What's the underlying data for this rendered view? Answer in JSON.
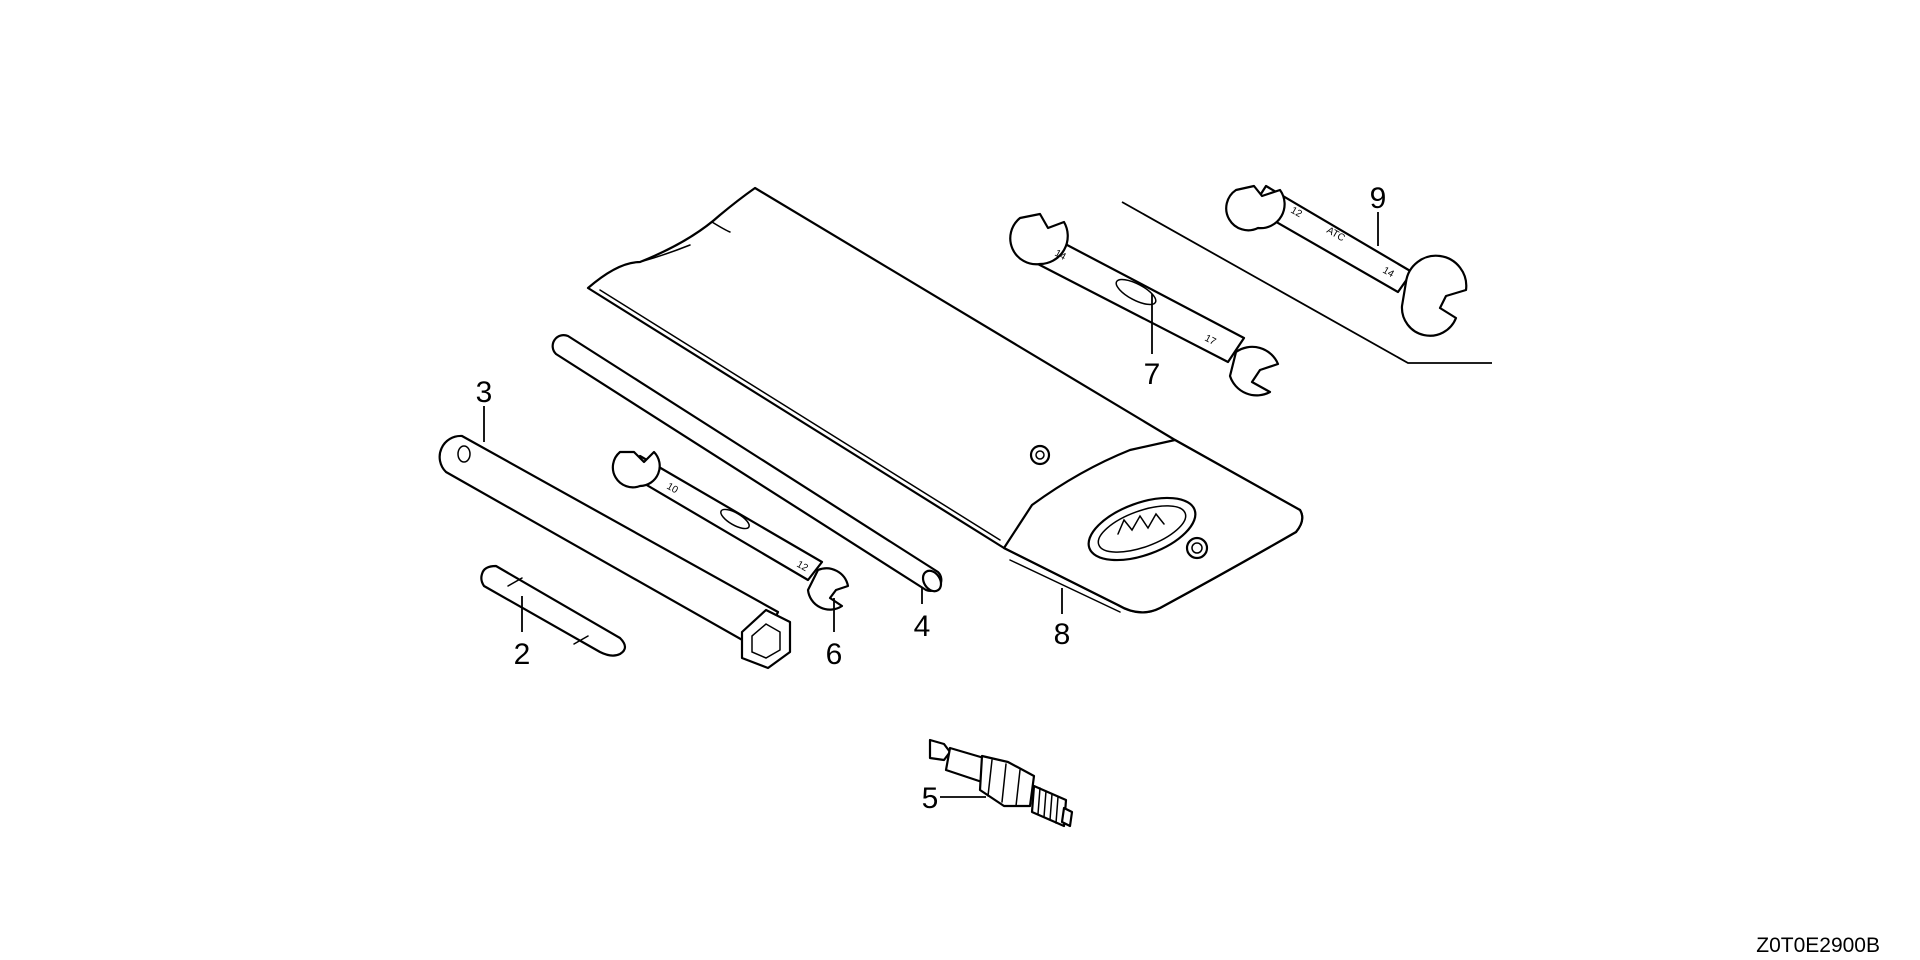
{
  "callouts": {
    "c2": "2",
    "c3": "3",
    "c4": "4",
    "c5": "5",
    "c6": "6",
    "c7": "7",
    "c8": "8",
    "c9": "9"
  },
  "diagram_code": "Z0T0E2900B",
  "wrench_markings": {
    "w6_small": "10",
    "w6_large": "12",
    "w7_small": "14",
    "w7_large": "17",
    "w9_small": "12",
    "w9_mid": "ATC",
    "w9_large": "14"
  }
}
